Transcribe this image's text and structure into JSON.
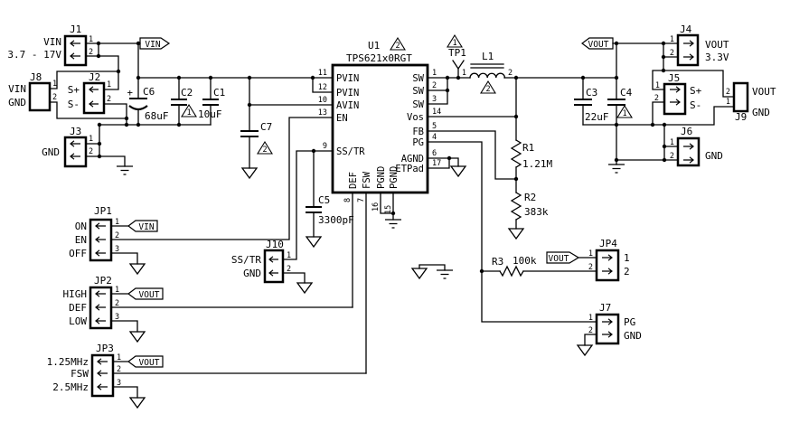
{
  "schematic": {
    "ic": {
      "ref": "U1",
      "part": "TPS621x0RGT",
      "pins": {
        "p1": "1",
        "p2": "2",
        "p3": "3",
        "p4": "4",
        "p5": "5",
        "p6": "6",
        "p7": "7",
        "p8": "8",
        "p9": "9",
        "p10": "10",
        "p11": "11",
        "p12": "12",
        "p13": "13",
        "p14": "14",
        "p15": "15",
        "p16": "16",
        "p17": "17",
        "pvin": "PVIN",
        "avin": "AVIN",
        "en": "EN",
        "sstr": "SS/TR",
        "def": "DEF",
        "fsw": "FSW",
        "pgnd": "PGND",
        "sw": "SW",
        "vos": "Vos",
        "fb": "FB",
        "pg": "PG",
        "agnd": "AGND",
        "etpad": "ETPad"
      }
    },
    "nets": {
      "vin": "VIN",
      "vout": "VOUT"
    },
    "notes": {
      "n1": "1",
      "n2": "2"
    },
    "testpoint": {
      "ref": "TP1"
    },
    "inductor": {
      "ref": "L1",
      "p1": "1",
      "p2": "2"
    },
    "caps": {
      "c1": {
        "ref": "C1",
        "val": "10uF"
      },
      "c2": {
        "ref": "C2"
      },
      "c3": {
        "ref": "C3",
        "val": "22uF"
      },
      "c4": {
        "ref": "C4"
      },
      "c5": {
        "ref": "C5",
        "val": "3300pF"
      },
      "c6": {
        "ref": "C6",
        "val": "68uF",
        "plus": "+"
      },
      "c7": {
        "ref": "C7"
      }
    },
    "resistors": {
      "r1": {
        "ref": "R1",
        "val": "1.21M"
      },
      "r2": {
        "ref": "R2",
        "val": "383k"
      },
      "r3": {
        "ref": "R3",
        "val": "100k"
      }
    },
    "connectors": {
      "j1": {
        "ref": "J1",
        "name": "VIN",
        "range": "3.7 - 17V",
        "p1": "1",
        "p2": "2"
      },
      "j2": {
        "ref": "J2",
        "sp": "S+",
        "sm": "S-",
        "p1": "1",
        "p2": "2"
      },
      "j3": {
        "ref": "J3",
        "name": "GND",
        "p1": "1",
        "p2": "2"
      },
      "j8": {
        "ref": "J8",
        "l1": "VIN",
        "l2": "GND",
        "p1": "1",
        "p2": "2"
      },
      "j4": {
        "ref": "J4",
        "name": "VOUT",
        "volt": "3.3V",
        "p1": "1",
        "p2": "2"
      },
      "j5": {
        "ref": "J5",
        "sp": "S+",
        "sm": "S-",
        "p1": "1",
        "p2": "2"
      },
      "j6": {
        "ref": "J6",
        "name": "GND",
        "p1": "1",
        "p2": "2"
      },
      "j9": {
        "ref": "J9",
        "l1": "VOUT",
        "l2": "GND",
        "p1": "1",
        "p2": "2"
      },
      "j10": {
        "ref": "J10",
        "l1": "SS/TR",
        "l2": "GND",
        "p1": "1",
        "p2": "2"
      },
      "j7": {
        "ref": "J7",
        "l1": "PG",
        "l2": "GND",
        "p1": "1",
        "p2": "2"
      },
      "jp1": {
        "ref": "JP1",
        "l1": "ON",
        "l2": "EN",
        "l3": "OFF",
        "p1": "1",
        "p2": "2",
        "p3": "3"
      },
      "jp2": {
        "ref": "JP2",
        "l1": "HIGH",
        "l2": "DEF",
        "l3": "LOW",
        "p1": "1",
        "p2": "2",
        "p3": "3"
      },
      "jp3": {
        "ref": "JP3",
        "l1": "1.25MHz",
        "l2": "FSW",
        "l3": "2.5MHz",
        "p1": "1",
        "p2": "2",
        "p3": "3"
      },
      "jp4": {
        "ref": "JP4",
        "l1": "1",
        "l2": "2",
        "p1": "1",
        "p2": "2"
      }
    },
    "colors": {
      "line": "#000000",
      "background": "#ffffff"
    }
  }
}
